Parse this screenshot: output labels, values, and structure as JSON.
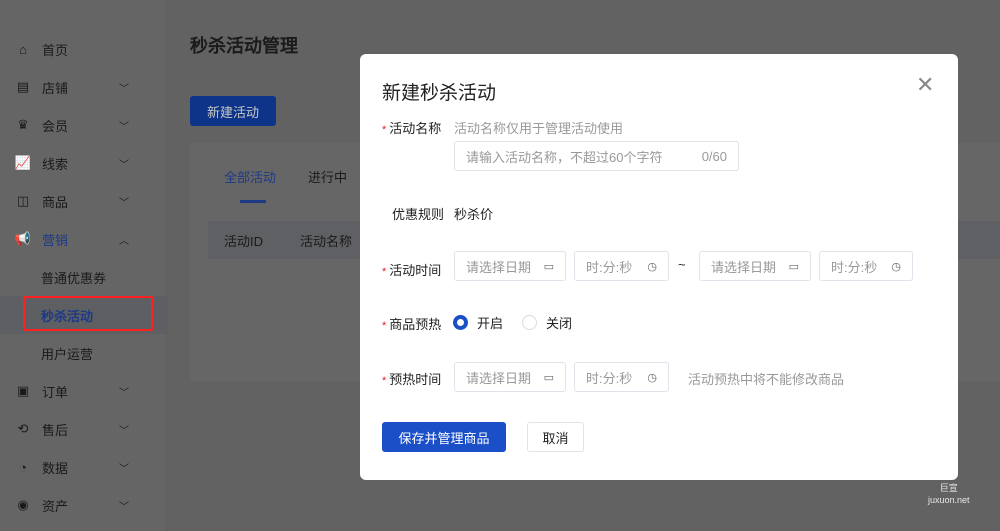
{
  "sidebar": {
    "items": [
      {
        "label": "首页",
        "icon": "home-icon",
        "expandable": false
      },
      {
        "label": "店铺",
        "icon": "store-icon",
        "expandable": true
      },
      {
        "label": "会员",
        "icon": "crown-icon",
        "expandable": true
      },
      {
        "label": "线索",
        "icon": "chart-icon",
        "expandable": true
      },
      {
        "label": "商品",
        "icon": "product-icon",
        "expandable": true
      },
      {
        "label": "营销",
        "icon": "megaphone-icon",
        "expandable": true,
        "expanded": true,
        "children": [
          {
            "label": "普通优惠券"
          },
          {
            "label": "秒杀活动",
            "selected": true
          },
          {
            "label": "用户运营"
          }
        ]
      },
      {
        "label": "订单",
        "icon": "order-icon",
        "expandable": true
      },
      {
        "label": "售后",
        "icon": "aftersale-icon",
        "expandable": true
      },
      {
        "label": "数据",
        "icon": "pie-icon",
        "expandable": true
      },
      {
        "label": "资产",
        "icon": "asset-icon",
        "expandable": true
      }
    ]
  },
  "main": {
    "title": "秒杀活动管理",
    "new_button": "新建活动",
    "tabs": [
      {
        "label": "全部活动",
        "active": true
      },
      {
        "label": "进行中"
      }
    ],
    "columns": [
      "活动ID",
      "活动名称"
    ]
  },
  "modal": {
    "title": "新建秒杀活动",
    "name": {
      "label": "活动名称",
      "hint": "活动名称仅用于管理活动使用",
      "placeholder": "请输入活动名称，不超过60个字符",
      "counter": "0/60"
    },
    "rule": {
      "label": "优惠规则",
      "value": "秒杀价"
    },
    "time": {
      "label": "活动时间",
      "date_placeholder": "请选择日期",
      "time_placeholder": "时:分:秒",
      "separator": "~"
    },
    "preheat": {
      "label": "商品预热",
      "options": [
        {
          "label": "开启",
          "selected": true
        },
        {
          "label": "关闭",
          "selected": false
        }
      ]
    },
    "preheat_time": {
      "label": "预热时间",
      "date_placeholder": "请选择日期",
      "time_placeholder": "时:分:秒",
      "hint": "活动预热中将不能修改商品"
    },
    "save_button": "保存并管理商品",
    "cancel_button": "取消"
  },
  "colors": {
    "primary": "#1a4fc8",
    "required": "#e02020",
    "highlight_box": "#ff2020"
  },
  "watermark": {
    "line1": "巨宣",
    "line2": "juxuon.net"
  }
}
